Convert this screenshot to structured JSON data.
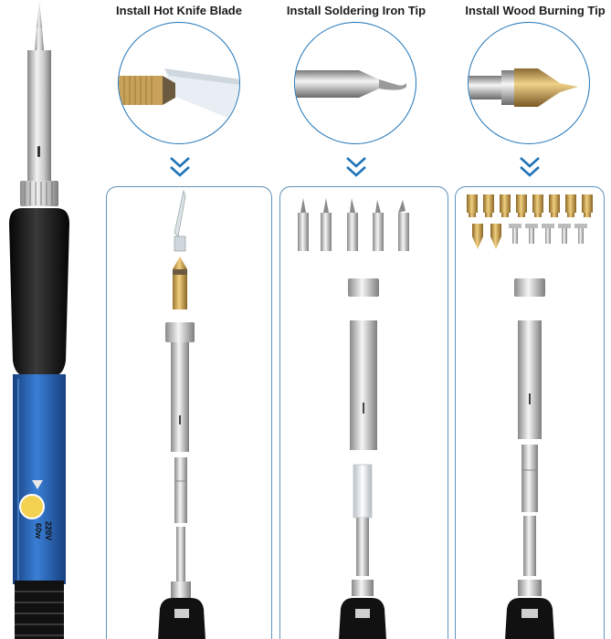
{
  "steps": [
    {
      "title": "Install Hot Knife Blade"
    },
    {
      "title": "Install Soldering Iron Tip"
    },
    {
      "title": "Install Wood Burning Tip"
    }
  ],
  "iron": {
    "voltage": "220V",
    "power": "60w"
  },
  "colors": {
    "accent": "#1f74b8",
    "handle_blue": "#2a64b8",
    "grip": "#1a1a1a",
    "brass": "#c9a25a"
  }
}
